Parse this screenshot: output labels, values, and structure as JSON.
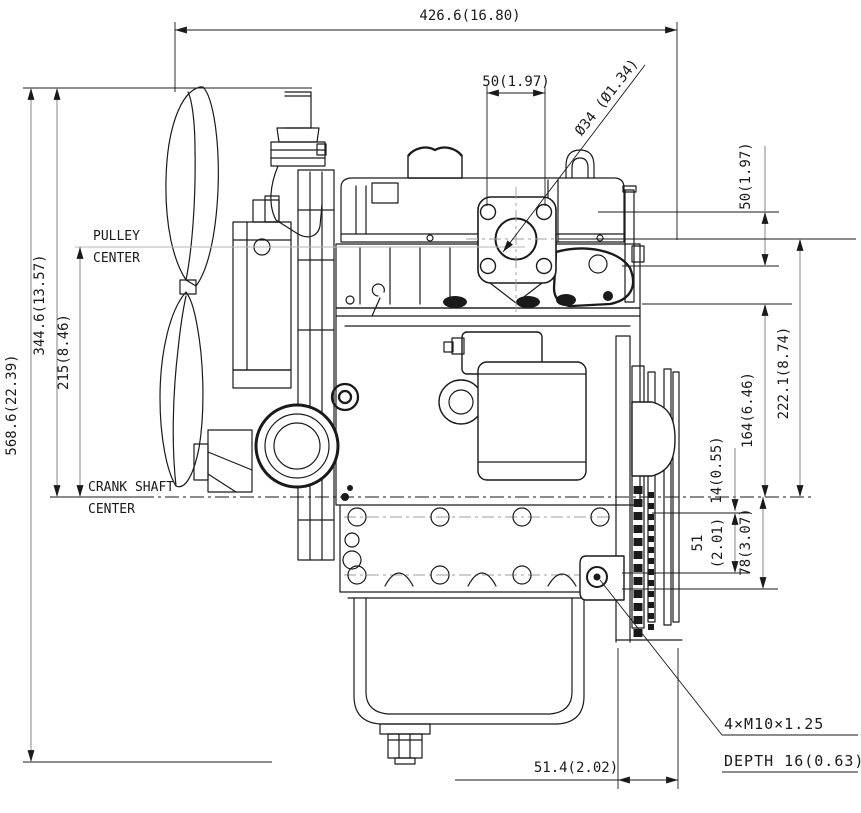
{
  "drawing": {
    "type": "engine-outline-side-view-technical-drawing",
    "background_color": "#ffffff",
    "line_color": "#1a1a1a",
    "dim_line_color": "#8f8f8f",
    "dimensions": {
      "overall_width": "426.6(16.80)",
      "flange_bolt_pitch_horizontal": "50(1.97)",
      "flange_bore_diameter": "Ø34 (Ø1.34)",
      "flange_bolt_pitch_vertical": "50(1.97)",
      "flange_center_to_crank_center": "222.1(8.74)",
      "mount_face_to_crank_center": "164(6.46)",
      "crank_center_to_first_hole": "14(0.55)",
      "hole_spacing_mm": "51",
      "hole_spacing_in": "(2.01)",
      "crank_center_to_flange_bottom": "78(3.07)",
      "overall_height": "568.6(22.39)",
      "top_to_crank_center": "344.6(13.57)",
      "pulley_center_to_crank_center": "215(8.46)",
      "rear_face_offset": "51.4(2.02)"
    },
    "labels": {
      "pulley_center_line1": "PULLEY",
      "pulley_center_line2": "CENTER",
      "crank_center_line1": "CRANK SHAFT",
      "crank_center_line2": "CENTER",
      "tapped_hole_note_line1": "4×M10×1.25",
      "tapped_hole_note_line2": "DEPTH  16(0.63)"
    }
  }
}
